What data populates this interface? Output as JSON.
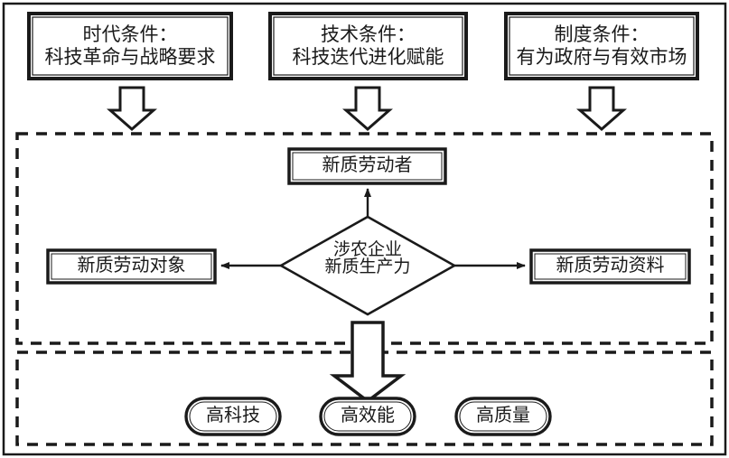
{
  "diagram": {
    "title_semantic": "agri-enterprise-new-quality-productive-forces-framework",
    "colors": {
      "stroke": "#1a1a1a",
      "background": "#ffffff",
      "text": "#1a1a1a"
    },
    "conditions": [
      {
        "id": "era",
        "line1": "时代条件：",
        "line2": "科技革命与战略要求",
        "arrow": "down-block-arrow"
      },
      {
        "id": "technology",
        "line1": "技术条件：",
        "line2": "科技迭代进化赋能",
        "arrow": "down-block-arrow"
      },
      {
        "id": "institution",
        "line1": "制度条件：",
        "line2": "有为政府与有效市场",
        "arrow": "down-block-arrow"
      }
    ],
    "core": {
      "diamond_line1": "涉农企业",
      "diamond_line2": "新质生产力",
      "factors": [
        {
          "id": "laborer",
          "label": "新质劳动者",
          "position": "top",
          "arrow": "up-line-arrow"
        },
        {
          "id": "object",
          "label": "新质劳动对象",
          "position": "left",
          "arrow": "left-line-arrow"
        },
        {
          "id": "means",
          "label": "新质劳动资料",
          "position": "right",
          "arrow": "right-line-arrow"
        }
      ]
    },
    "transition_arrow": "down-block-arrow-large",
    "outcomes": [
      {
        "id": "high-tech",
        "label": "高科技"
      },
      {
        "id": "high-efficiency",
        "label": "高效能"
      },
      {
        "id": "high-quality",
        "label": "高质量"
      }
    ]
  }
}
